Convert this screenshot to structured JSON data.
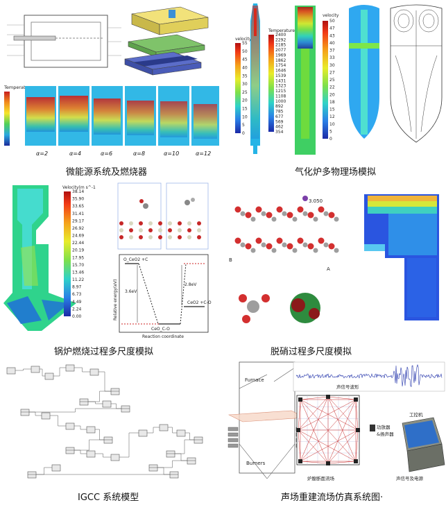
{
  "captions": {
    "p1": "微能源系统及燃烧器",
    "p2": "气化炉多物理场模拟",
    "p3": "锅炉燃烧过程多尺度模拟",
    "p4": "脱硝过程多尺度模拟",
    "p5": "IGCC 系统模型",
    "p6": "声场重建流场仿真系统图·"
  },
  "p1": {
    "alpha_labels": [
      "α=2",
      "α=4",
      "α=6",
      "α=8",
      "α=10",
      "α=12"
    ],
    "temp_title": "Temperature"
  },
  "p2": {
    "cbar1_title": "velocity",
    "cbar1_ticks": [
      "55",
      "50",
      "45",
      "40",
      "35",
      "30",
      "25",
      "20",
      "15",
      "10",
      "5",
      "0"
    ],
    "cbar2_title": "Temperature",
    "cbar2_ticks": [
      "2400",
      "2292",
      "2185",
      "2077",
      "1969",
      "1862",
      "1754",
      "1646",
      "1539",
      "1431",
      "1323",
      "1215",
      "1108",
      "1000",
      "892",
      "785",
      "677",
      "569",
      "462",
      "354"
    ],
    "cbar3_title": "velocity",
    "cbar3_ticks": [
      "50",
      "47",
      "43",
      "40",
      "37",
      "33",
      "30",
      "27",
      "25",
      "22",
      "20",
      "18",
      "15",
      "12",
      "10",
      "5",
      "0"
    ]
  },
  "p3": {
    "cbar_title": "Velocity(m s^-1",
    "cbar_ticks": [
      "38.14",
      "35.90",
      "33.65",
      "31.41",
      "29.17",
      "26.92",
      "24.69",
      "22.44",
      "20.19",
      "17.95",
      "15.70",
      "13.46",
      "11.22",
      "8.97",
      "6.73",
      "4.49",
      "2.24",
      "0.00"
    ],
    "xlabel": "Reaction coordinate",
    "ylabel": "Relative energy(eV)",
    "e1": "3.6eV",
    "e2": "2.8eV",
    "s1": "O_CeO2 +C",
    "s2": "CeO2 +C-O",
    "s3": "CeO_C-O"
  },
  "p4": {
    "dist": "3.050",
    "a": "A",
    "b": "B"
  },
  "p6": {
    "furnace": "Furnace",
    "burners": "Burners",
    "wave": "声信号波形",
    "amp": "功放器\n&扬声器",
    "amp1": "功放器",
    "amp2": "&扬声器",
    "pc": "工控机",
    "cross": "炉膛断面流场",
    "signal": "声信号及电源"
  }
}
